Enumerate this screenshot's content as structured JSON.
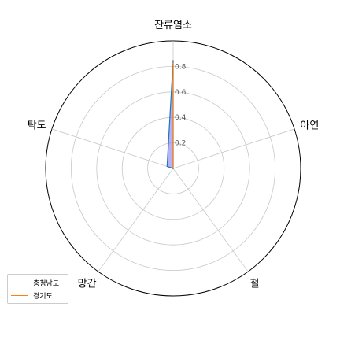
{
  "chart_data": {
    "type": "radar",
    "axes": [
      "잔류염소",
      "아연",
      "철",
      "망간",
      "탁도"
    ],
    "rlim": [
      0,
      1.0
    ],
    "rticks": [
      0.2,
      0.4,
      0.6,
      0.8
    ],
    "rtick_labels": [
      "0.2",
      "0.4",
      "0.6",
      "0.8"
    ],
    "grid": true,
    "legend_position": "lower-left",
    "series": [
      {
        "name": "충청남도",
        "color": "#1f77b4",
        "fill": "#7b6ff0",
        "values": [
          0.85,
          0.0,
          0.0,
          0.0,
          0.05
        ]
      },
      {
        "name": "경기도",
        "color": "#ff7f0e",
        "fill": "#f08c5a",
        "values": [
          0.83,
          0.0,
          0.0,
          0.0,
          0.0
        ]
      }
    ]
  }
}
